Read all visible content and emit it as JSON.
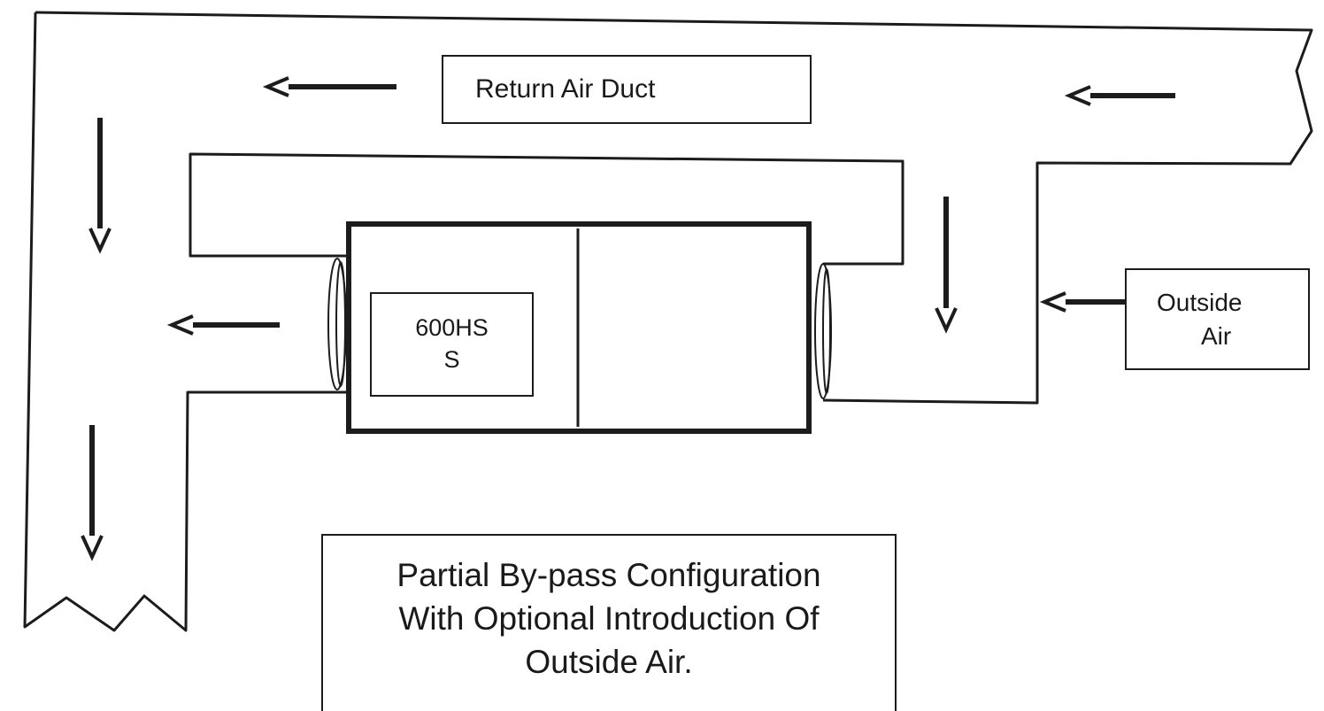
{
  "labels": {
    "return_air_duct": "Return Air Duct",
    "unit_line1": "600HS",
    "unit_line2": "S",
    "outside_air_line1": "Outside",
    "outside_air_line2": "Air",
    "caption_line1": "Partial By-pass Configuration",
    "caption_line2": "With Optional Introduction Of",
    "caption_line3": "Outside Air."
  },
  "colors": {
    "line": "#1c1c1c",
    "background": "#ffffff"
  },
  "airflow_arrows": [
    {
      "name": "arrow-return-top-left",
      "direction": "left"
    },
    {
      "name": "arrow-outside-top-right",
      "direction": "left"
    },
    {
      "name": "arrow-down-left-upper",
      "direction": "down"
    },
    {
      "name": "arrow-down-left-lower",
      "direction": "down"
    },
    {
      "name": "arrow-supply-left",
      "direction": "left"
    },
    {
      "name": "arrow-bypass-down",
      "direction": "down"
    },
    {
      "name": "arrow-outside-air-in",
      "direction": "left"
    }
  ]
}
